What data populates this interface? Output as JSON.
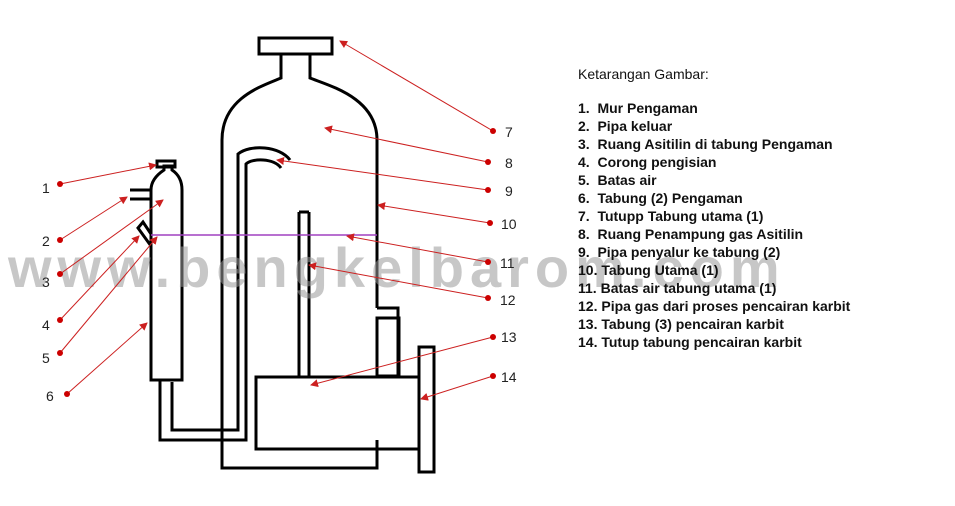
{
  "watermark": "www.bengkelbarom.com",
  "callout_numbers": [
    "1",
    "2",
    "3",
    "4",
    "5",
    "6",
    "7",
    "8",
    "9",
    "10",
    "11",
    "12",
    "13",
    "14"
  ],
  "legend": {
    "title": "Ketarangan Gambar:",
    "items": [
      "1.  Mur Pengaman",
      "2.  Pipa keluar",
      "3.  Ruang Asitilin di tabung Pengaman",
      "4.  Corong pengisian",
      "5.  Batas air",
      "6.  Tabung (2) Pengaman",
      "7.  Tutupp Tabung utama (1)",
      "8.  Ruang Penampung gas Asitilin",
      "9.  Pipa penyalur ke tabung (2)",
      "10. Tabung Utama (1)",
      "11. Batas air tabung utama (1)",
      "12. Pipa gas dari proses pencairan karbit",
      "13. Tabung (3) pencairan karbit",
      "14. Tutup tabung pencairan karbit"
    ]
  },
  "colors": {
    "line": "#000000",
    "arrow": "#cc2020",
    "dot": "#cc0000",
    "water_level": "#a040c0"
  }
}
